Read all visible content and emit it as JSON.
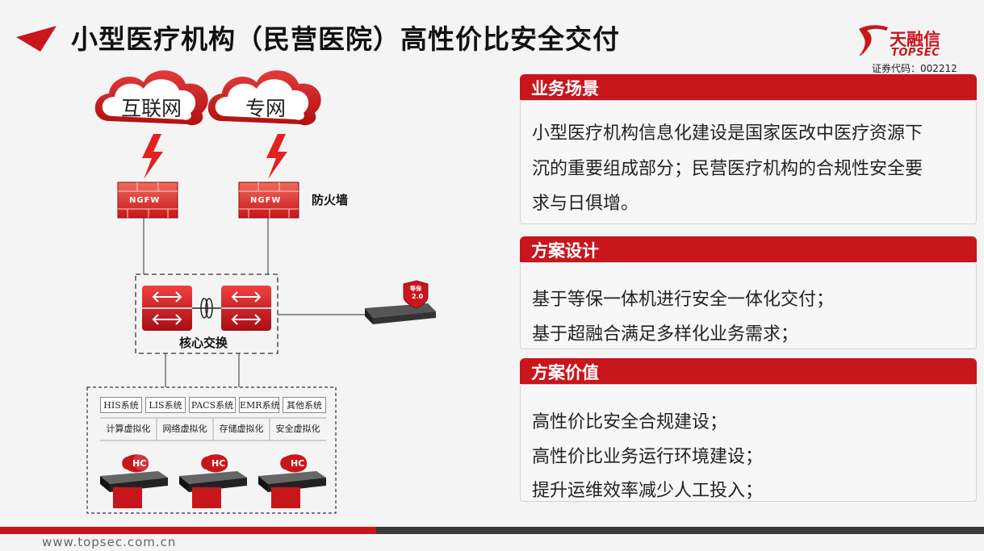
{
  "header": {
    "title": "小型医疗机构（民营医院）高性价比安全交付",
    "logo_name": "天融信",
    "logo_sub": "TOPSEC",
    "stock_code": "证券代码：002212"
  },
  "diagram": {
    "cloud_internet": "互联网",
    "cloud_private": "专网",
    "firewall_badge": "NGFW",
    "firewall_label": "防火墙",
    "core_switch_label": "核心交换",
    "compliance_badge_line1": "等保",
    "compliance_badge_line2": "2.0",
    "hc_badge": "HC",
    "systems": [
      "HIS系统",
      "LIS系统",
      "PACS系统",
      "EMR系统",
      "其他系统"
    ],
    "virtualization": [
      "计算虚拟化",
      "网络虚拟化",
      "存储虚拟化",
      "安全虚拟化"
    ]
  },
  "sections": [
    {
      "heading": "业务场景",
      "lines": [
        "小型医疗机构信息化建设是国家医改中医疗资源下",
        "沉的重要组成部分；民营医疗机构的合规性安全要",
        "求与日俱增。"
      ]
    },
    {
      "heading": "方案设计",
      "lines": [
        "基于等保一体机进行安全一体化交付；",
        "基于超融合满足多样化业务需求；"
      ]
    },
    {
      "heading": "方案价值",
      "lines": [
        "高性价比安全合规建设；",
        "高性价比业务运行环境建设；",
        "提升运维效率减少人工投入；"
      ]
    }
  ],
  "footer": {
    "url": "www.topsec.com.cn"
  },
  "colors": {
    "brand_red": "#c8161d",
    "dark_bar": "#3a3a3a"
  }
}
